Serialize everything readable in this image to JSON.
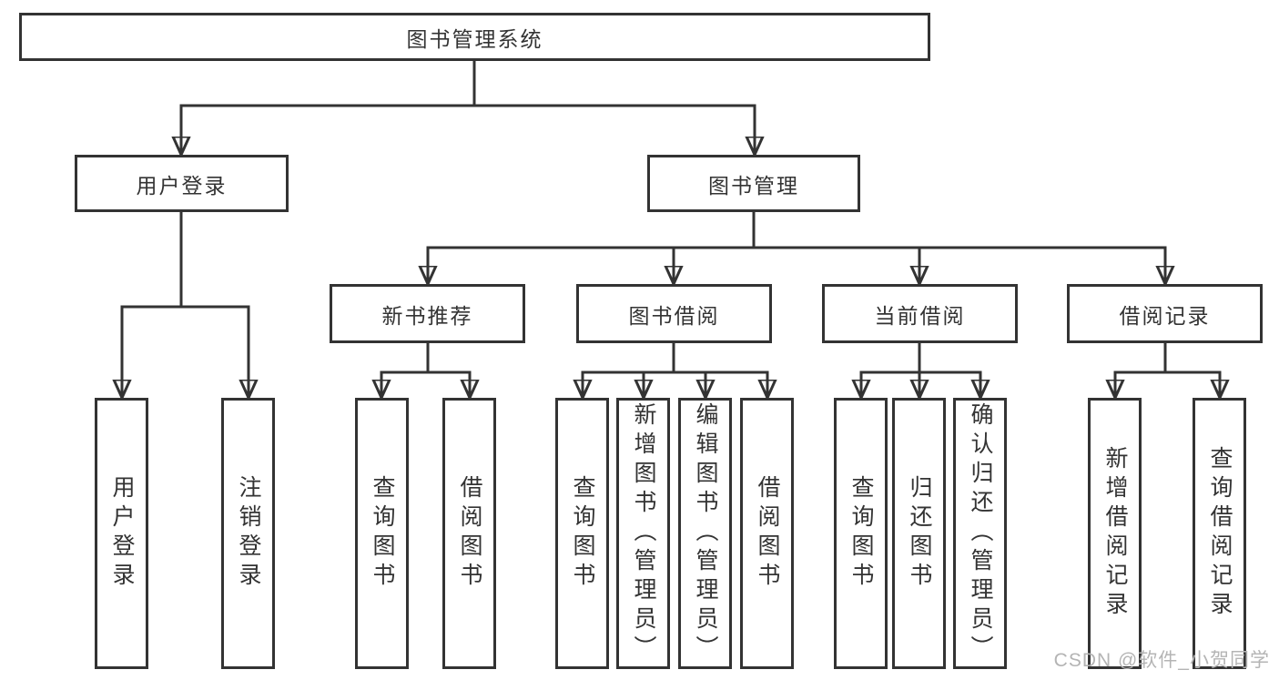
{
  "tree": {
    "label": "图书管理系统",
    "children": [
      {
        "label": "用户登录",
        "children": [
          {
            "label": "用户登录"
          },
          {
            "label": "注销登录"
          }
        ]
      },
      {
        "label": "图书管理",
        "children": [
          {
            "label": "新书推荐",
            "children": [
              {
                "label": "查询图书"
              },
              {
                "label": "借阅图书"
              }
            ]
          },
          {
            "label": "图书借阅",
            "children": [
              {
                "label": "查询图书"
              },
              {
                "label": "新增图书（管理员）"
              },
              {
                "label": "编辑图书（管理员）"
              },
              {
                "label": "借阅图书"
              }
            ]
          },
          {
            "label": "当前借阅",
            "children": [
              {
                "label": "查询图书"
              },
              {
                "label": "归还图书"
              },
              {
                "label": "确认归还（管理员）"
              }
            ]
          },
          {
            "label": "借阅记录",
            "children": [
              {
                "label": "新增借阅记录"
              },
              {
                "label": "查询借阅记录"
              }
            ]
          }
        ]
      }
    ]
  },
  "watermark": {
    "text": "CSDN @软件_小贺同学"
  },
  "colors": {
    "line": "#333333",
    "text": "#333333",
    "background": "#ffffff",
    "watermark_text": "#b4b4b4"
  }
}
